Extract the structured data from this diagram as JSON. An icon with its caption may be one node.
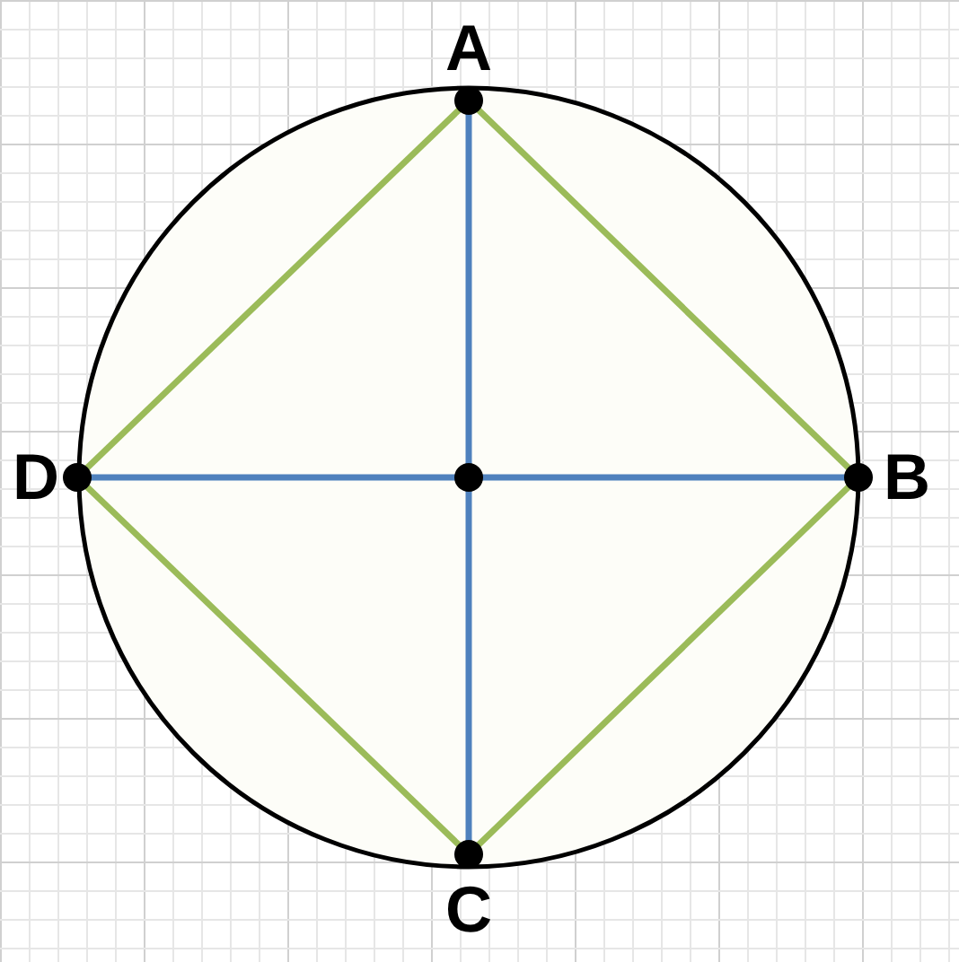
{
  "diagram": {
    "nodes": [
      {
        "text": [
          "A"
        ]
      },
      {
        "text": [
          "B"
        ]
      },
      {
        "text": [
          "C"
        ]
      },
      {
        "text": [
          "D"
        ]
      },
      {
        "text": [],
        "shape": "circle"
      }
    ],
    "edges": [
      {
        "from": 0,
        "to": 1,
        "arrow": "none",
        "color": "#9bbb59"
      },
      {
        "from": 1,
        "to": 2,
        "arrow": "none",
        "color": "#9bbb59"
      },
      {
        "from": 2,
        "to": 3,
        "arrow": "none",
        "color": "#9bbb59"
      },
      {
        "from": 3,
        "to": 0,
        "arrow": "none",
        "color": "#9bbb59"
      },
      {
        "from": 4,
        "to": 0,
        "arrow": "none",
        "color": "#4f81bd"
      },
      {
        "from": 4,
        "to": 1,
        "arrow": "none",
        "color": "#4f81bd"
      },
      {
        "from": 4,
        "to": 2,
        "arrow": "none",
        "color": "#4f81bd"
      },
      {
        "from": 4,
        "to": 3,
        "arrow": "none",
        "color": "#4f81bd"
      }
    ]
  }
}
